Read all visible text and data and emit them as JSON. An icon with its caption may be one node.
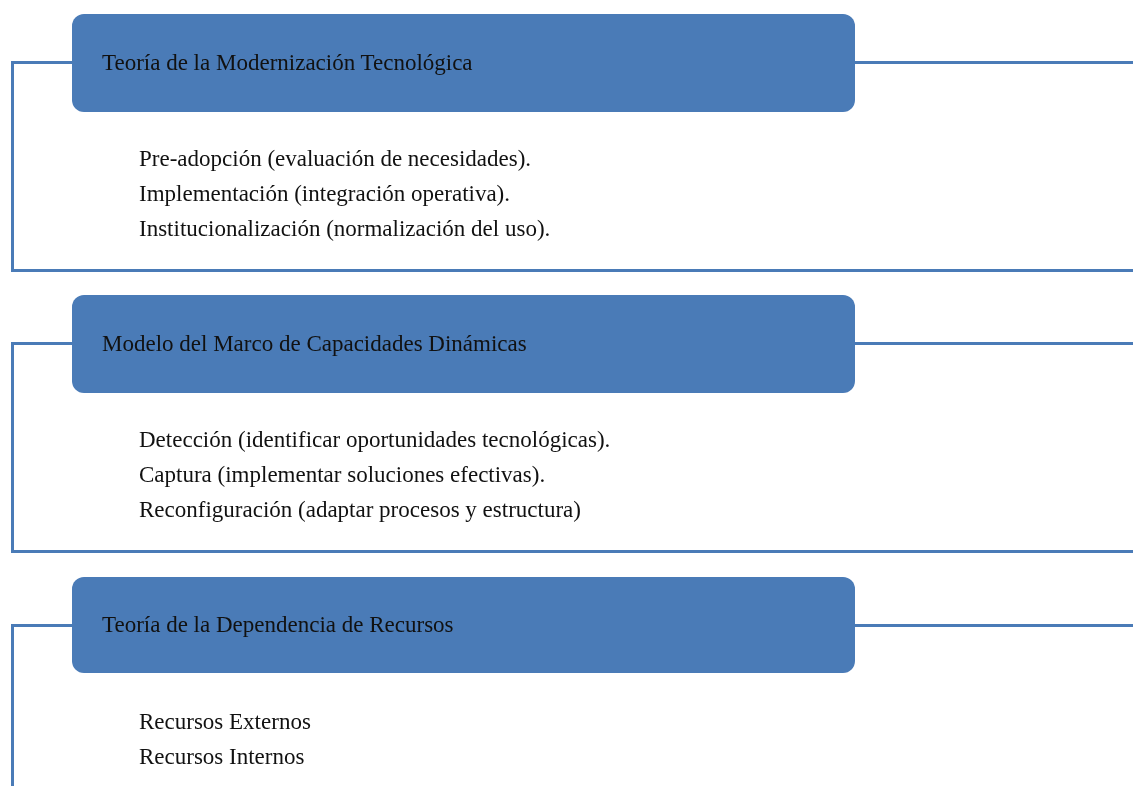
{
  "diagram": {
    "nodes": [
      {
        "text": [
          "Teoría de la Modernización Tecnológica"
        ]
      },
      {
        "text": [
          "Pre-adopción (evaluación de necesidades).",
          "Implementación (integración operativa).",
          "Institucionalización (normalización del uso)."
        ]
      },
      {
        "text": [
          "Modelo del Marco de Capacidades Dinámicas"
        ]
      },
      {
        "text": [
          "Detección (identificar oportunidades tecnológicas).",
          "Captura (implementar soluciones efectivas).",
          "Reconfiguración (adaptar procesos y estructura)"
        ]
      },
      {
        "text": [
          "Teoría de la Dependencia de Recursos"
        ]
      },
      {
        "text": [
          "Recursos Externos",
          "Recursos Internos"
        ]
      }
    ],
    "edges": []
  }
}
